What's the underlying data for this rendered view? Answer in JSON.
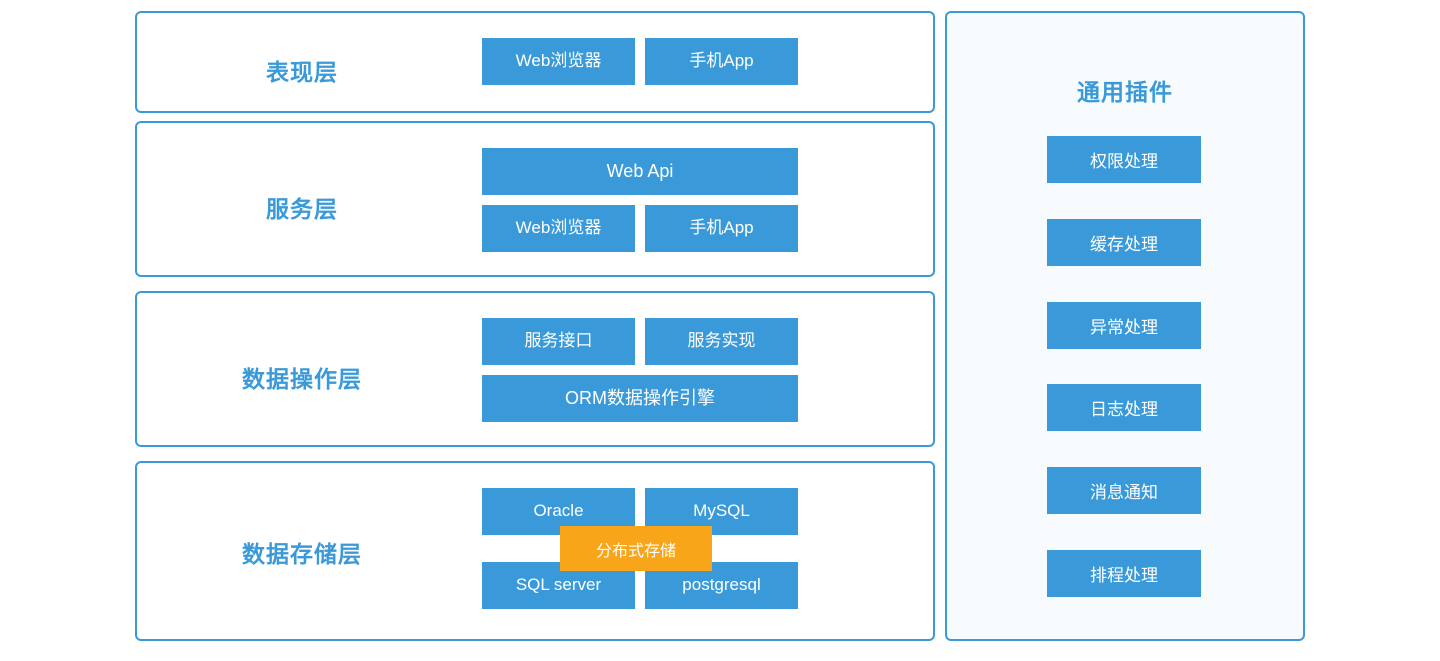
{
  "theme": {
    "primary_blue": "#3a9ad9",
    "accent_orange": "#f9a51a",
    "panel_border": "#3a9ad9",
    "sidebar_bg": "#f7fbfe",
    "page_bg": "#ffffff",
    "node_text": "#ffffff"
  },
  "layers": [
    {
      "title": "表现层",
      "nodes": [
        {
          "label": "Web浏览器"
        },
        {
          "label": "手机App"
        }
      ]
    },
    {
      "title": "服务层",
      "nodes": [
        {
          "label": "Web  Api"
        },
        {
          "label": "Web浏览器"
        },
        {
          "label": "手机App"
        }
      ]
    },
    {
      "title": "数据操作层",
      "nodes": [
        {
          "label": "服务接口"
        },
        {
          "label": "服务实现"
        },
        {
          "label": "ORM数据操作引擎"
        }
      ]
    },
    {
      "title": "数据存储层",
      "nodes": [
        {
          "label": "Oracle"
        },
        {
          "label": "MySQL"
        },
        {
          "label": "SQL server"
        },
        {
          "label": "postgresql"
        }
      ],
      "overlay": {
        "label": "分布式存储"
      }
    }
  ],
  "sidebar": {
    "title": "通用插件",
    "items": [
      {
        "label": "权限处理"
      },
      {
        "label": "缓存处理"
      },
      {
        "label": "异常处理"
      },
      {
        "label": "日志处理"
      },
      {
        "label": "消息通知"
      },
      {
        "label": "排程处理"
      }
    ]
  }
}
